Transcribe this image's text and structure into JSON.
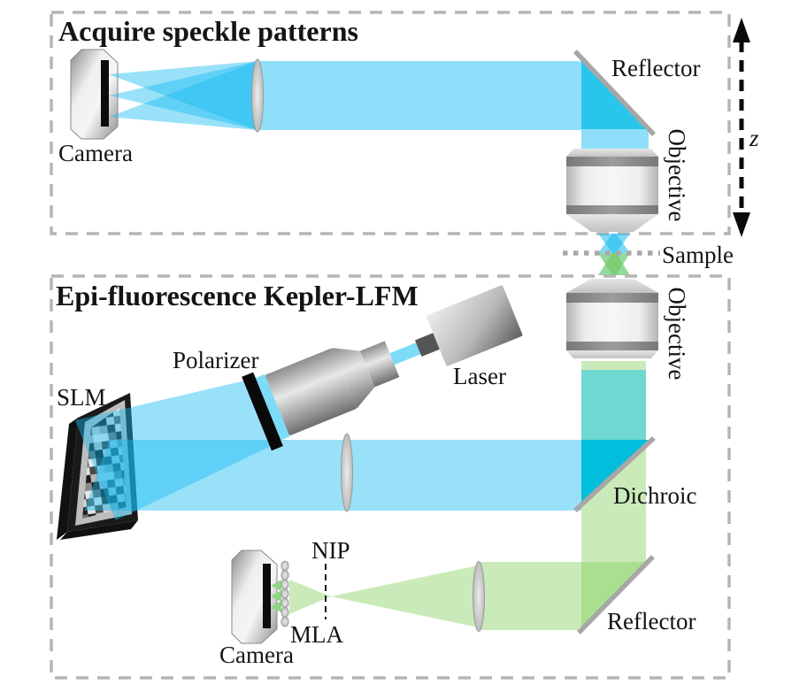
{
  "titles": {
    "speckle_panel": "Acquire speckle patterns",
    "kepler_panel": "Epi-fluorescence Kepler-LFM"
  },
  "labels": {
    "camera_top": "Camera",
    "reflector_top": "Reflector",
    "objective_top": "Objective",
    "z_axis": "z",
    "sample": "Sample",
    "objective_bottom": "Objective",
    "laser": "Laser",
    "polarizer": "Polarizer",
    "slm": "SLM",
    "dichroic": "Dichroic",
    "reflector_bottom": "Reflector",
    "nip": "NIP",
    "mla": "MLA",
    "camera_bottom": "Camera"
  },
  "colors": {
    "beam_blue": "#8FDFFA",
    "beam_cyan": "rgba(23,186,241,0.44)",
    "beam_cyan_strong": "rgba(23,186,241,0.55)",
    "beam_cyan_soft": "rgba(23,186,241,0.32)",
    "overlap_cyan": "#29C6EC",
    "dark_cyan": "#00BEDC",
    "teal": "#6FD9D1",
    "green": "rgba(122,204,81,0.40)",
    "green_strong": "rgba(122,204,81,0.55)",
    "green_solid": "#8FD584",
    "laser_beam": "#7EDBF8",
    "mirror": "#A7A7A7",
    "border": "#B5B5B5",
    "sample_line": "#A8A8A8",
    "nip_line": "#1a1a1a",
    "z_black": "#0a0a0a"
  }
}
